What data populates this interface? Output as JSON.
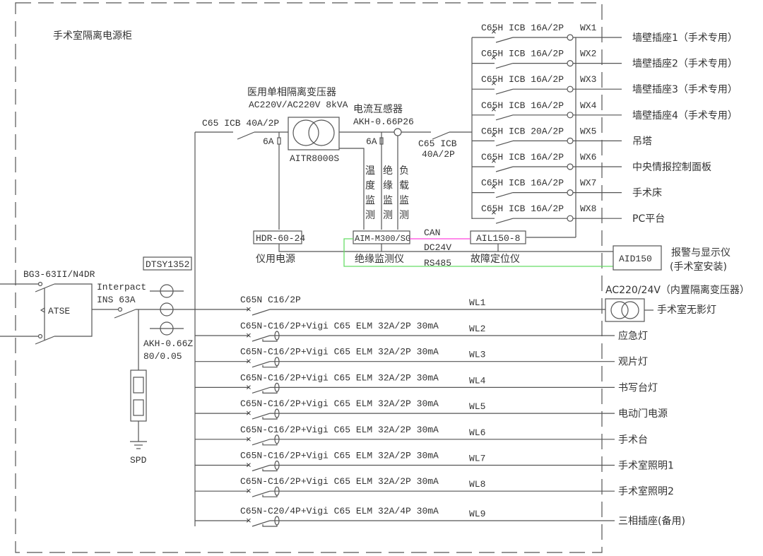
{
  "title": "手术室隔离电源柜",
  "incoming": {
    "atse_model": "BG3-63II/N4DR",
    "atse_label": "ATSE",
    "switch_model": "Interpact",
    "switch_rating": "INS 63A",
    "meter": "DTSY1352",
    "ct_model": "AKH-0.66Z",
    "ct_ratio": "80/0.05",
    "spd": "SPD"
  },
  "isolation": {
    "breaker_in": "C65 ICB 40A/2P",
    "fuse1": "6A",
    "fuse2": "6A",
    "transformer_title": "医用单相隔离变压器",
    "transformer_spec": "AC220V/AC220V 8kVA",
    "transformer_model": "AITR8000S",
    "ct_title": "电流互感器",
    "ct_model": "AKH-0.66P26",
    "breaker_out_1": "C65 ICB",
    "breaker_out_2": "40A/2P",
    "monitor_labels": [
      "温度监测",
      "绝缘监测",
      "负载监测"
    ],
    "psu_model": "HDR-60-24",
    "psu_label": "仪用电源",
    "monitor_model": "AIM-M300/SG",
    "monitor_label": "绝缘监测仪",
    "bus_can": "CAN",
    "bus_dc": "DC24V",
    "bus_rs485": "RS485",
    "locator_model": "AIL150-8",
    "locator_label": "故障定位仪",
    "alarm_model": "AID150",
    "alarm_label_1": "报警与显示仪",
    "alarm_label_2": "(手术室安装)",
    "colors": {
      "can": "#ff44dd",
      "rs485": "#66dd66"
    }
  },
  "wx_circuits": [
    {
      "breaker": "C65H ICB 16A/2P",
      "id": "WX1",
      "load": "墙壁插座1（手术专用）"
    },
    {
      "breaker": "C65H ICB 16A/2P",
      "id": "WX2",
      "load": "墙壁插座2（手术专用）"
    },
    {
      "breaker": "C65H ICB 16A/2P",
      "id": "WX3",
      "load": "墙壁插座3（手术专用）"
    },
    {
      "breaker": "C65H ICB 16A/2P",
      "id": "WX4",
      "load": "墙壁插座4（手术专用）"
    },
    {
      "breaker": "C65H ICB 20A/2P",
      "id": "WX5",
      "load": "吊塔"
    },
    {
      "breaker": "C65H ICB 16A/2P",
      "id": "WX6",
      "load": "中央情报控制面板"
    },
    {
      "breaker": "C65H ICB 16A/2P",
      "id": "WX7",
      "load": "手术床"
    },
    {
      "breaker": "C65H ICB 16A/2P",
      "id": "WX8",
      "load": "PC平台"
    }
  ],
  "wl_circuits": [
    {
      "breaker": "C65N C16/2P",
      "id": "WL1",
      "load": "手术室无影灯",
      "rcd": false
    },
    {
      "breaker": "C65N-C16/2P+Vigi C65 ELM 32A/2P 30mA",
      "id": "WL2",
      "load": "应急灯",
      "rcd": true
    },
    {
      "breaker": "C65N-C16/2P+Vigi C65 ELM 32A/2P 30mA",
      "id": "WL3",
      "load": "观片灯",
      "rcd": true
    },
    {
      "breaker": "C65N-C16/2P+Vigi C65 ELM 32A/2P 30mA",
      "id": "WL4",
      "load": "书写台灯",
      "rcd": true
    },
    {
      "breaker": "C65N-C16/2P+Vigi C65 ELM 32A/2P 30mA",
      "id": "WL5",
      "load": "电动门电源",
      "rcd": true
    },
    {
      "breaker": "C65N-C16/2P+Vigi C65 ELM 32A/2P 30mA",
      "id": "WL6",
      "load": "手术台",
      "rcd": true
    },
    {
      "breaker": "C65N-C16/2P+Vigi C65 ELM 32A/2P 30mA",
      "id": "WL7",
      "load": "手术室照明1",
      "rcd": true
    },
    {
      "breaker": "C65N-C16/2P+Vigi C65 ELM 32A/2P 30mA",
      "id": "WL8",
      "load": "手术室照明2",
      "rcd": true
    },
    {
      "breaker": "C65N-C20/4P+Vigi C65 ELM 32A/4P 30mA",
      "id": "WL9",
      "load": "三相插座(备用)",
      "rcd": true
    }
  ],
  "wl1_transformer_note": "AC220/24V（内置隔离变压器）"
}
